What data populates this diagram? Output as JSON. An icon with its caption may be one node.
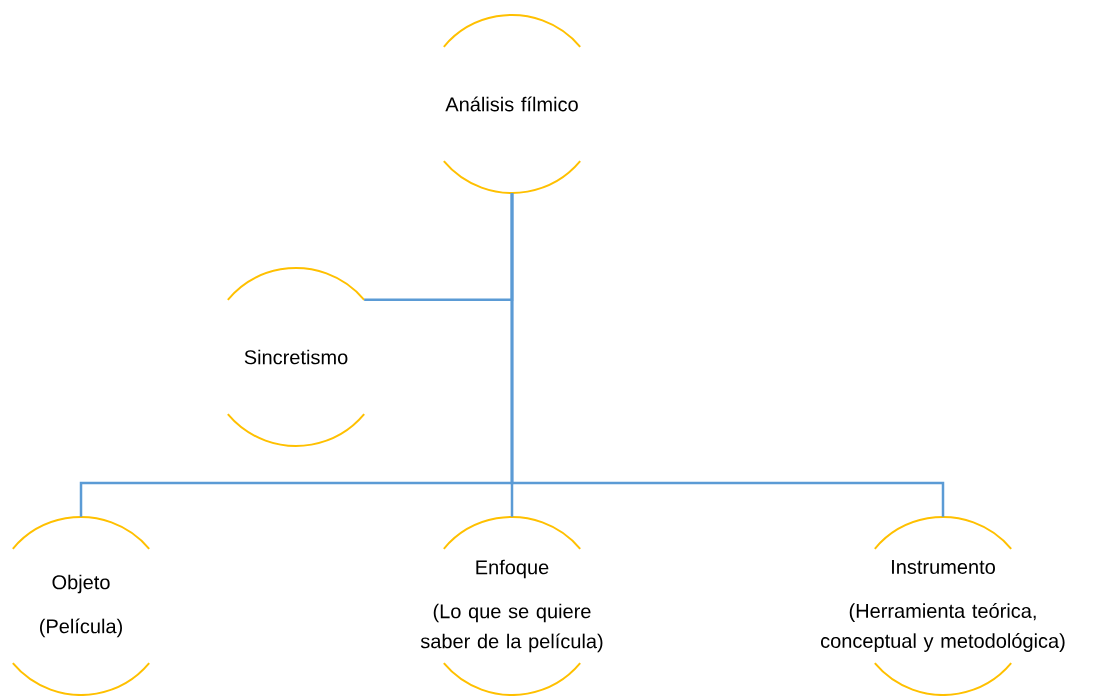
{
  "diagram": {
    "nodes": [
      {
        "text": [
          "Análisis fílmico"
        ]
      },
      {
        "text": [
          "Sincretismo"
        ]
      },
      {
        "text": [
          "Objeto",
          "(Película)"
        ]
      },
      {
        "text": [
          "Enfoque",
          "(Lo que se quiere saber de la película)"
        ]
      },
      {
        "text": [
          "Instrumento",
          "(Herramienta teórica, conceptual y metodológica)"
        ]
      }
    ],
    "edges": [
      {
        "from": 0,
        "to": 1,
        "arrow": "none"
      },
      {
        "from": 0,
        "to": 2,
        "arrow": "none"
      },
      {
        "from": 0,
        "to": 3,
        "arrow": "none"
      },
      {
        "from": 0,
        "to": 4,
        "arrow": "none"
      }
    ]
  }
}
